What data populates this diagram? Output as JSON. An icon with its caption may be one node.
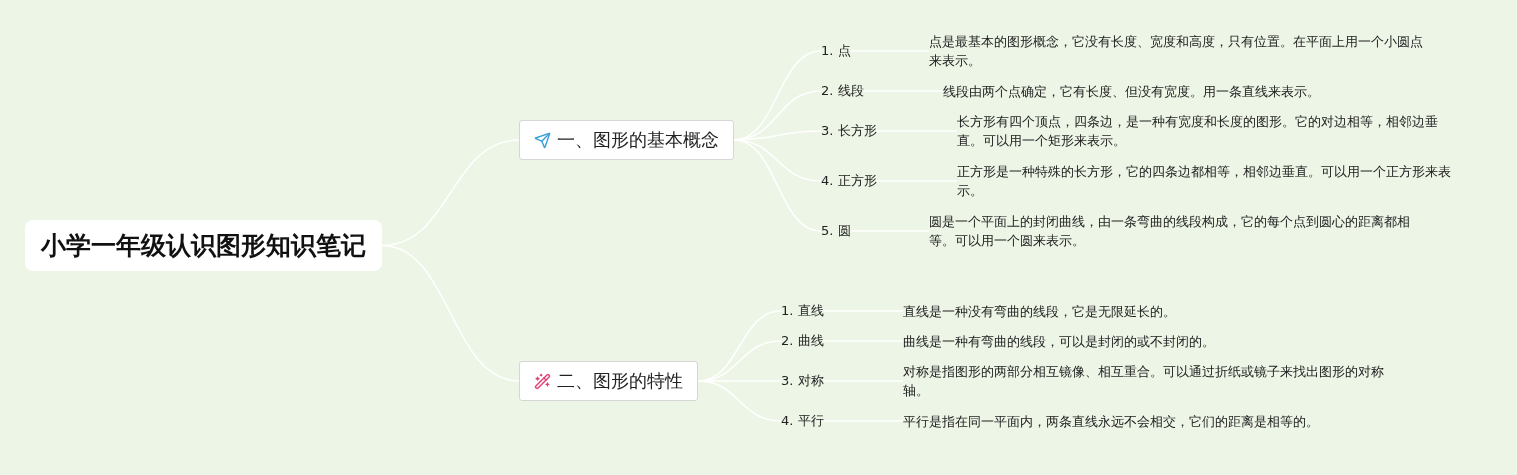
{
  "diagram": {
    "nodes": [
      {
        "text": [
          "小学一年级认识图形知识笔记"
        ]
      },
      {
        "text": [
          "一、图形的基本概念"
        ]
      },
      {
        "text": [
          "1. 点"
        ]
      },
      {
        "text": [
          "点是最基本的图形概念，它没有长度、宽度和高度，只有位置。在平面上用一个小圆点来表示。"
        ]
      },
      {
        "text": [
          "2. 线段"
        ]
      },
      {
        "text": [
          "线段由两个点确定，它有长度、但没有宽度。用一条直线来表示。"
        ]
      },
      {
        "text": [
          "3. 长方形"
        ]
      },
      {
        "text": [
          "长方形有四个顶点，四条边，是一种有宽度和长度的图形。它的对边相等，相邻边垂直。可以用一个矩形来表示。"
        ]
      },
      {
        "text": [
          "4. 正方形"
        ]
      },
      {
        "text": [
          "正方形是一种特殊的长方形，它的四条边都相等，相邻边垂直。可以用一个正方形来表示。"
        ]
      },
      {
        "text": [
          "5. 圆"
        ]
      },
      {
        "text": [
          "圆是一个平面上的封闭曲线，由一条弯曲的线段构成，它的每个点到圆心的距离都相等。可以用一个圆来表示。"
        ]
      },
      {
        "text": [
          "二、图形的特性"
        ]
      },
      {
        "text": [
          "1. 直线"
        ]
      },
      {
        "text": [
          "直线是一种没有弯曲的线段，它是无限延长的。"
        ]
      },
      {
        "text": [
          "2. 曲线"
        ]
      },
      {
        "text": [
          "曲线是一种有弯曲的线段，可以是封闭的或不封闭的。"
        ]
      },
      {
        "text": [
          "3. 对称"
        ]
      },
      {
        "text": [
          "对称是指图形的两部分相互镜像、相互重合。可以通过折纸或镜子来找出图形的对称轴。"
        ]
      },
      {
        "text": [
          "4. 平行"
        ]
      },
      {
        "text": [
          "平行是指在同一平面内，两条直线永远不会相交，它们的距离是相等的。"
        ]
      }
    ],
    "edges": [
      {
        "from": 0,
        "to": 1,
        "arrow": "none"
      },
      {
        "from": 1,
        "to": 2,
        "arrow": "none"
      },
      {
        "from": 2,
        "to": 3,
        "arrow": "none"
      },
      {
        "from": 1,
        "to": 4,
        "arrow": "none"
      },
      {
        "from": 4,
        "to": 5,
        "arrow": "none"
      },
      {
        "from": 1,
        "to": 6,
        "arrow": "none"
      },
      {
        "from": 6,
        "to": 7,
        "arrow": "none"
      },
      {
        "from": 1,
        "to": 8,
        "arrow": "none"
      },
      {
        "from": 8,
        "to": 9,
        "arrow": "none"
      },
      {
        "from": 1,
        "to": 10,
        "arrow": "none"
      },
      {
        "from": 10,
        "to": 11,
        "arrow": "none"
      },
      {
        "from": 0,
        "to": 12,
        "arrow": "none"
      },
      {
        "from": 12,
        "to": 13,
        "arrow": "none"
      },
      {
        "from": 13,
        "to": 14,
        "arrow": "none"
      },
      {
        "from": 12,
        "to": 15,
        "arrow": "none"
      },
      {
        "from": 15,
        "to": 16,
        "arrow": "none"
      },
      {
        "from": 12,
        "to": 17,
        "arrow": "none"
      },
      {
        "from": 17,
        "to": 18,
        "arrow": "none"
      },
      {
        "from": 12,
        "to": 19,
        "arrow": "none"
      },
      {
        "from": 19,
        "to": 20,
        "arrow": "none"
      }
    ]
  }
}
